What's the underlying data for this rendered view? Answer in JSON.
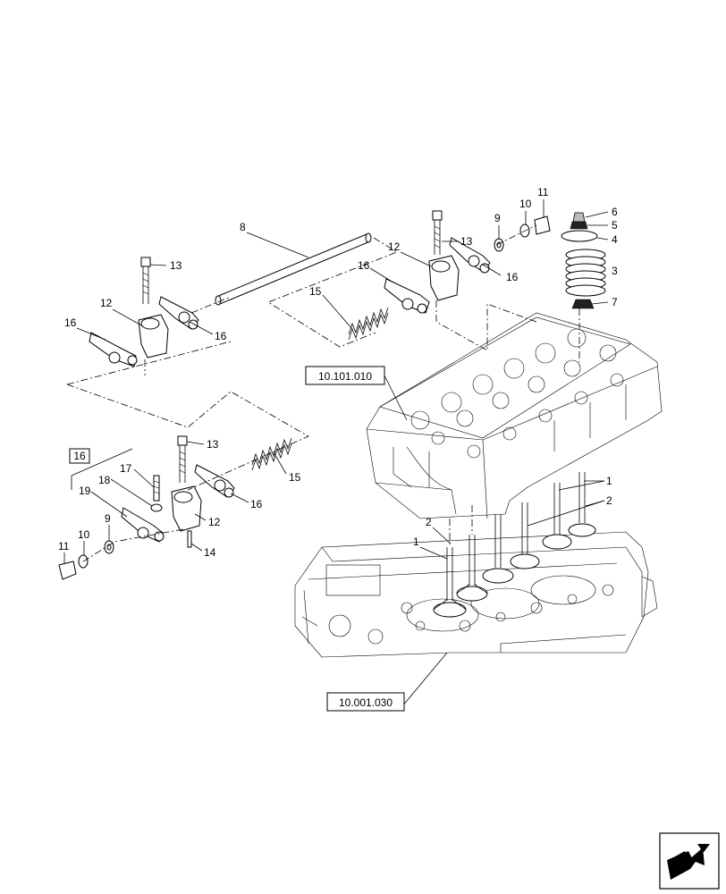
{
  "diagram": {
    "reference_boxes": {
      "cylinder_head": "10.101.010",
      "engine_block": "10.001.030",
      "group_ref": "16"
    },
    "callouts": {
      "c1a": "1",
      "c1b": "1",
      "c2a": "2",
      "c2b": "2",
      "c3": "3",
      "c4": "4",
      "c5": "5",
      "c6": "6",
      "c7": "7",
      "c8": "8",
      "c9a": "9",
      "c9b": "9",
      "c10a": "10",
      "c10b": "10",
      "c11a": "11",
      "c11b": "11",
      "c12a": "12",
      "c12b": "12",
      "c12c": "12",
      "c13a": "13",
      "c13b": "13",
      "c13c": "13",
      "c14": "14",
      "c15a": "15",
      "c15b": "15",
      "c16a": "16",
      "c16b": "16",
      "c16c": "16",
      "c16d": "16",
      "c16e": "16",
      "c17": "17",
      "c18": "18",
      "c19": "19"
    },
    "icons": {
      "nav": "next-page-arrow-icon"
    }
  }
}
